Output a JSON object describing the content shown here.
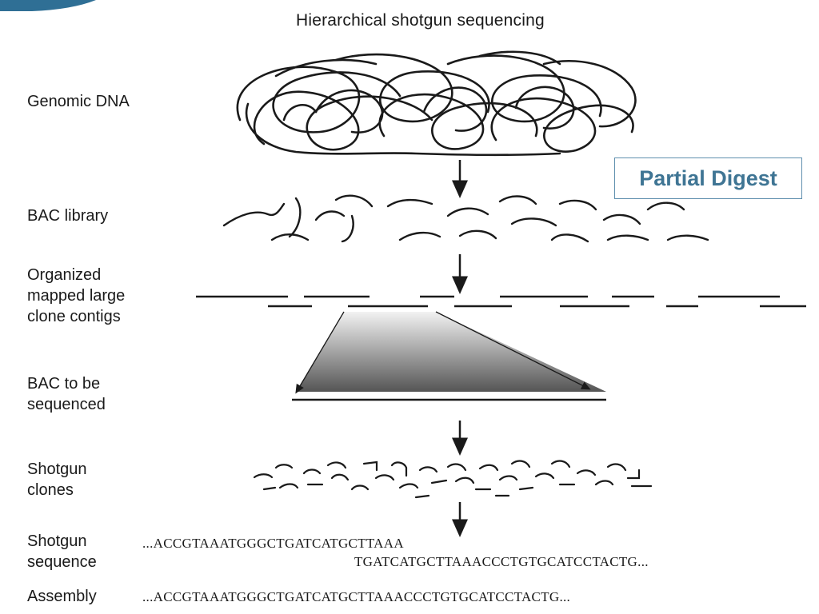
{
  "title": "Hierarchical shotgun sequencing",
  "callout": "Partial Digest",
  "labels": {
    "genomic": "Genomic DNA",
    "bac_library": "BAC library",
    "contigs_1": "Organized",
    "contigs_2": "mapped large",
    "contigs_3": "clone contigs",
    "bac_seq_1": "BAC to be",
    "bac_seq_2": "sequenced",
    "shotgun_clones_1": "Shotgun",
    "shotgun_clones_2": "clones",
    "shotgun_seq_1": "Shotgun",
    "shotgun_seq_2": "sequence",
    "assembly": "Assembly"
  },
  "sequences": {
    "read1": "...ACCGTAAATGGGCTGATCATGCTTAAA",
    "read2": "TGATCATGCTTAAACCCTGTGCATCCTACTG...",
    "assembly": "...ACCGTAAATGGGCTGATCATGCTTAAACCCTGTGCATCCTACTG..."
  },
  "colors": {
    "accent": "#3f7594",
    "ink": "#1a1a1a"
  }
}
